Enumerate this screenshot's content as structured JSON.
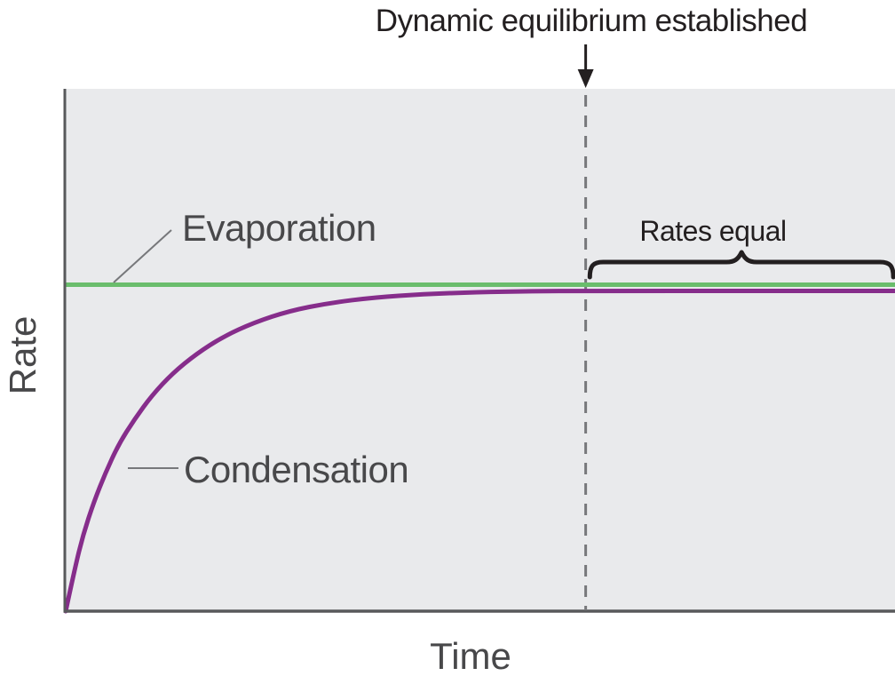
{
  "figure": {
    "description": "Conceptual rate-vs-time diagram showing evaporation and condensation rates reaching dynamic equilibrium"
  },
  "colors": {
    "plot_background": "#e9eaec",
    "axis": "#58595b",
    "dashed_line": "#77787b",
    "leader_line": "#77787b",
    "annotation_ink": "#231f20",
    "label_text": "#48484a",
    "evaporation_green": "#6abd6c",
    "condensation_purple": "#862d8b"
  },
  "chart_data": {
    "type": "line",
    "title": "Dynamic equilibrium established",
    "xlabel": "Time",
    "ylabel": "Rate",
    "x_range": [
      0,
      1
    ],
    "y_range": [
      0,
      1.6
    ],
    "tick_labels": "none",
    "grid": false,
    "legend": "inline labels with leader lines",
    "series": [
      {
        "name": "Evaporation",
        "color": "#6abd6c",
        "style": "solid",
        "x": [
          0,
          1
        ],
        "y": [
          1.0,
          1.0
        ]
      },
      {
        "name": "Condensation",
        "color": "#862d8b",
        "style": "solid",
        "x": [
          0,
          0.011,
          0.021,
          0.034,
          0.048,
          0.064,
          0.083,
          0.104,
          0.129,
          0.158,
          0.19,
          0.227,
          0.27,
          0.318,
          0.372,
          0.431,
          0.495,
          0.563,
          0.627,
          1.0
        ],
        "y": [
          0,
          0.131,
          0.234,
          0.335,
          0.424,
          0.512,
          0.588,
          0.661,
          0.729,
          0.789,
          0.841,
          0.884,
          0.92,
          0.944,
          0.961,
          0.971,
          0.977,
          0.98,
          0.981,
          0.981
        ]
      }
    ],
    "annotations": [
      {
        "type": "vline-dashed-with-arrow",
        "x": 0.627,
        "label": "Dynamic equilibrium established"
      },
      {
        "type": "horizontal-brace",
        "x_start": 0.632,
        "x_end": 0.998,
        "label": "Rates equal"
      }
    ]
  }
}
